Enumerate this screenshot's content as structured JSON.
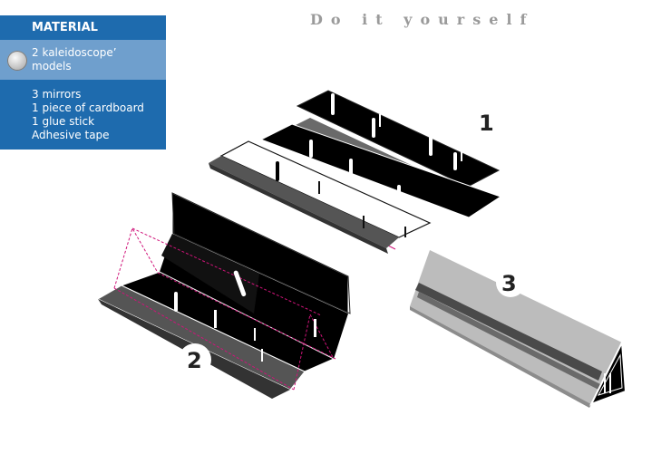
{
  "panel": {
    "header": "MATERIAL",
    "model_link_line1": "2 kaleidoscope’",
    "model_link_line2": "models",
    "items": [
      "3 mirrors",
      "1 piece of cardboard",
      "1 glue stick",
      "Adhesive tape"
    ]
  },
  "title": "Do it yourself",
  "steps": [
    "1",
    "2",
    "3"
  ],
  "colors": {
    "panel_blue": "#1e6bae",
    "panel_light_blue": "#6f9fcd",
    "title_gray": "#9a9a9a",
    "guide_magenta": "#d0147a"
  },
  "icons": {
    "model_link": "pdf-icon"
  }
}
